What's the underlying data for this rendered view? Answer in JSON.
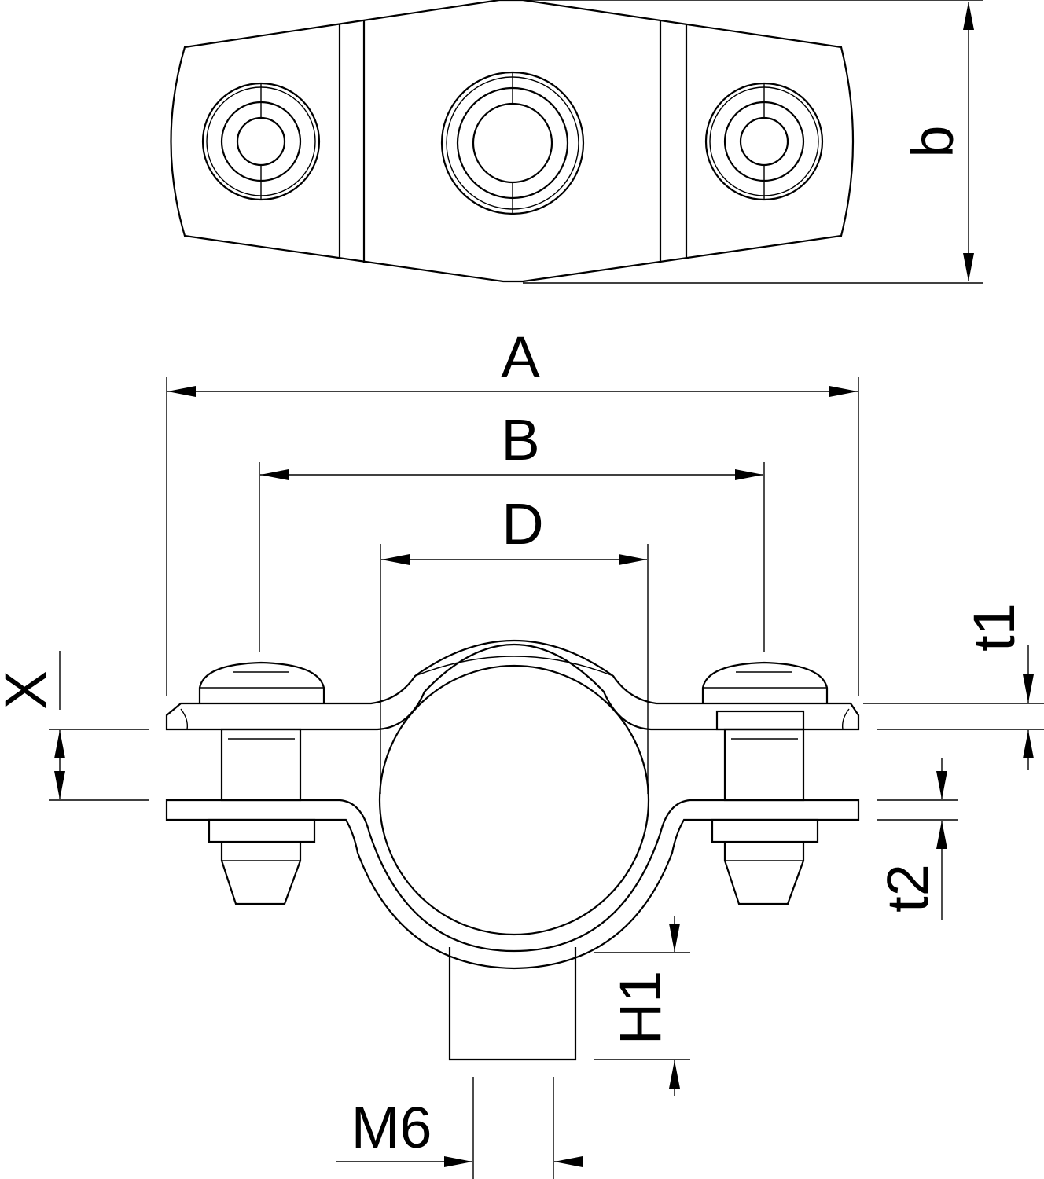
{
  "drawing": {
    "title": "Pipe clamp technical drawing",
    "labels": {
      "b": "b",
      "A": "A",
      "B": "B",
      "D": "D",
      "X": "X",
      "t1": "t1",
      "t2": "t2",
      "H1": "H1",
      "M6": "M6"
    }
  }
}
